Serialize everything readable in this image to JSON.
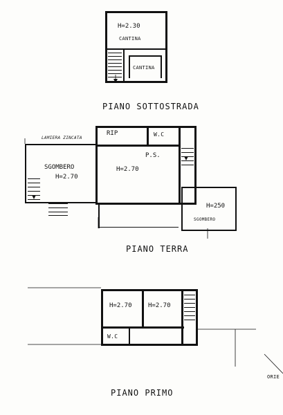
{
  "plans": {
    "sottostrada": {
      "title": "PIANO SOTTOSTRADA",
      "room1_height": "H=2.30",
      "room1_name": "CANTINA",
      "room2_name": "CANTINA"
    },
    "terra": {
      "title": "PIANO TERRA",
      "ringhiera": "LAMIERA ZINCATA",
      "rip": "RIP",
      "wc": "W.C",
      "ps": "P.S.",
      "ps_height": "H=2.70",
      "sgombero_left": "SGOMBERO",
      "sgombero_left_height": "H=2.70",
      "sgombero_right_height": "H=250",
      "sgombero_right": "SGOMBERO"
    },
    "primo": {
      "title": "PIANO PRIMO",
      "room1_height": "H=2.70",
      "room2_height": "H=2.70",
      "wc": "W.C"
    }
  },
  "orientation_label": "ORIE"
}
